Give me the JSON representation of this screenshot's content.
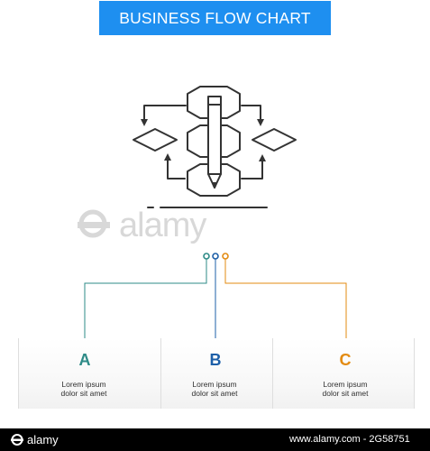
{
  "header": {
    "title": "BUSINESS FLOW CHART"
  },
  "watermark": {
    "brand": "alamy",
    "caption": "alamy",
    "image_id": "www.alamy.com - 2G58751"
  },
  "colors": {
    "banner": "#1e8ff0",
    "a": "#2e8b87",
    "b": "#1d5fa8",
    "c": "#e38b12",
    "icon_stroke": "#333333"
  },
  "icon": {
    "name": "algorithm-design-pencil-icon"
  },
  "steps": [
    {
      "letter": "A",
      "line1": "Lorem ipsum",
      "line2": "dolor sit amet"
    },
    {
      "letter": "B",
      "line1": "Lorem ipsum",
      "line2": "dolor sit amet"
    },
    {
      "letter": "C",
      "line1": "Lorem ipsum",
      "line2": "dolor sit amet"
    }
  ]
}
